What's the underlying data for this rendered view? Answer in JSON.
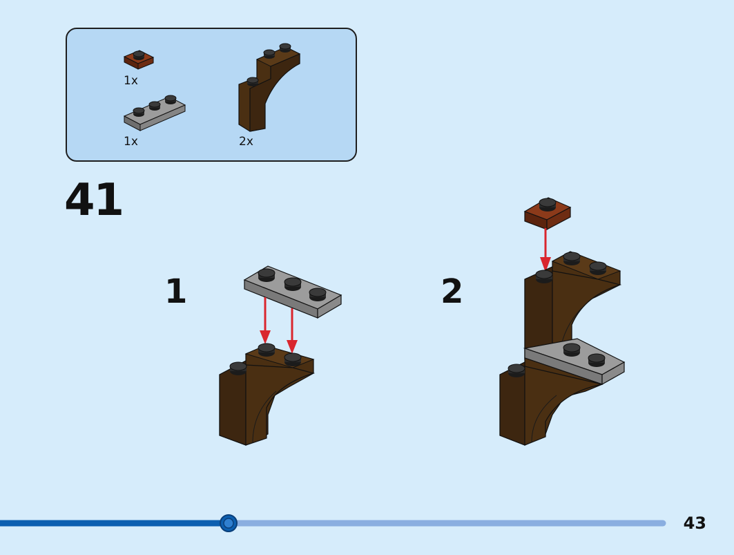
{
  "parts": [
    {
      "name": "plate-1x1-reddish-brown",
      "qty": "1x"
    },
    {
      "name": "plate-1x3-gray",
      "qty": "1x"
    },
    {
      "name": "arch-brown",
      "qty": "2x"
    }
  ],
  "step": {
    "number": "41"
  },
  "substeps": [
    {
      "label": "1"
    },
    {
      "label": "2"
    }
  ],
  "progress": {
    "fraction": 0.345
  },
  "page": {
    "number": "43"
  },
  "colors": {
    "background": "#d6ecfb",
    "parts_box": "#b6d8f4",
    "brown": "#4a2f12",
    "reddish_brown": "#6e2c12",
    "gray": "#8a8a8a",
    "arrow": "#d9262e",
    "progress_fill": "#0c5fb0",
    "progress_track": "#8aaee0"
  }
}
